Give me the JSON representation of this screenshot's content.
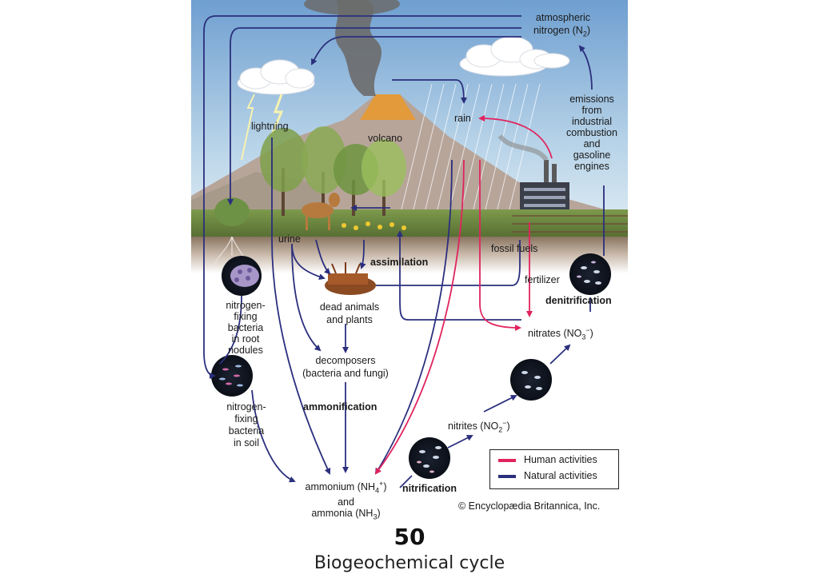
{
  "labels": {
    "atmospheric": "atmospheric",
    "nitrogen_n2": "nitrogen (N",
    "n2_sub": "2",
    "n2_close": ")",
    "emissions": [
      "emissions",
      "from",
      "industrial",
      "combustion",
      "and",
      "gasoline",
      "engines"
    ],
    "lightning": "lightning",
    "volcano": "volcano",
    "rain": "rain",
    "urine": "urine",
    "assimilation": "assimilation",
    "fossil_fuels": "fossil fuels",
    "fertilizer": "fertilizer",
    "denitrification": "denitrification",
    "nitrates": "nitrates (NO",
    "nitrates_sub": "3",
    "nitrates_sup": "−",
    "nitrates_close": ")",
    "root_nodules": [
      "nitrogen-",
      "fixing",
      "bacteria",
      "in root",
      "nodules"
    ],
    "dead": [
      "dead animals",
      "and plants"
    ],
    "decomposers": [
      "decomposers",
      "(bacteria and fungi)"
    ],
    "ammonification": "ammonification",
    "soil_bacteria": [
      "nitrogen-",
      "fixing",
      "bacteria",
      "in soil"
    ],
    "nitrites": "nitrites (NO",
    "nitrites_sub": "2",
    "nitrites_sup": "−",
    "nitrites_close": ")",
    "nitrification": "nitrification",
    "ammonium_line1": "ammonium (NH",
    "ammonium_sub": "4",
    "ammonium_sup": "+",
    "ammonium_close": ")",
    "and": "and",
    "ammonia": "ammonia (NH",
    "ammonia_sub": "3",
    "ammonia_close": ")"
  },
  "legend": {
    "human": "Human activities",
    "natural": "Natural activities",
    "human_color": "#e0245e",
    "natural_color": "#2b2f7d"
  },
  "credit": "© Encyclopædia Britannica, Inc.",
  "page_number": "50",
  "caption": "Biogeochemical cycle"
}
